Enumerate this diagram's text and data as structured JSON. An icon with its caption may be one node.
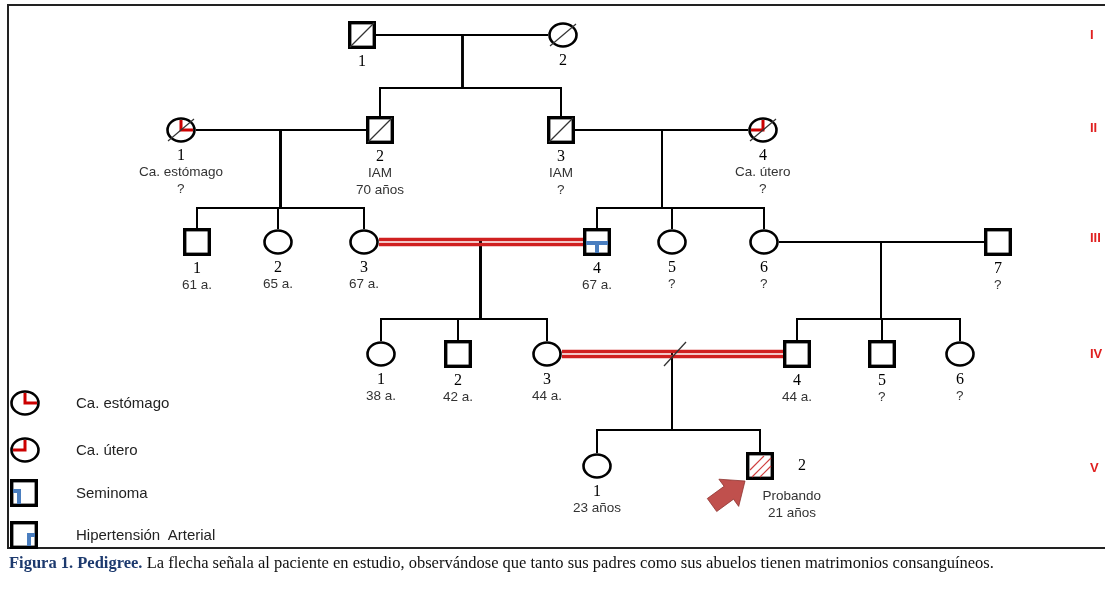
{
  "diagram": {
    "caption": "**Figura 1. Pedigree.** La flecha señala al paciente en estudio, observándose que tanto sus padres como sus abuelos tienen matrimonios consanguíneos.",
    "nodes": [
      {
        "text": [],
        "shape": "square",
        "beside": [
          "1"
        ]
      },
      {
        "text": [],
        "shape": "circle",
        "beside": [
          "2"
        ]
      },
      {
        "text": [],
        "shape": "circle",
        "beside": [
          "1",
          "Ca. estómago",
          "?"
        ]
      },
      {
        "text": [],
        "shape": "square",
        "beside": [
          "2",
          "IAM",
          "70 años"
        ]
      },
      {
        "text": [],
        "shape": "square",
        "beside": [
          "3",
          "IAM",
          "?"
        ]
      },
      {
        "text": [],
        "shape": "circle",
        "beside": [
          "4",
          "Ca. útero",
          "?"
        ]
      },
      {
        "text": [],
        "shape": "square",
        "beside": [
          "1",
          "61 a."
        ]
      },
      {
        "text": [],
        "shape": "circle",
        "beside": [
          "2",
          "65 a."
        ]
      },
      {
        "text": [],
        "shape": "circle",
        "beside": [
          "3",
          "67 a."
        ]
      },
      {
        "text": [],
        "shape": "square",
        "beside": [
          "4",
          "67 a."
        ]
      },
      {
        "text": [],
        "shape": "circle",
        "beside": [
          "5",
          "?"
        ]
      },
      {
        "text": [],
        "shape": "circle",
        "beside": [
          "6",
          "?"
        ]
      },
      {
        "text": [],
        "shape": "square",
        "beside": [
          "7",
          "?"
        ]
      },
      {
        "text": [],
        "shape": "circle",
        "beside": [
          "1",
          "38 a."
        ]
      },
      {
        "text": [],
        "shape": "square",
        "beside": [
          "2",
          "42 a."
        ]
      },
      {
        "text": [],
        "shape": "circle",
        "beside": [
          "3",
          "44 a."
        ]
      },
      {
        "text": [],
        "shape": "square",
        "beside": [
          "4",
          "44 a."
        ]
      },
      {
        "text": [],
        "shape": "square",
        "beside": [
          "5",
          "?"
        ]
      },
      {
        "text": [],
        "shape": "circle",
        "beside": [
          "6",
          "?"
        ]
      },
      {
        "text": [],
        "shape": "circle",
        "beside": [
          "1",
          "23 años"
        ]
      },
      {
        "text": [],
        "shape": "square",
        "beside": [
          "2",
          "Probando",
          "21 años"
        ]
      }
    ],
    "edges": [
      {
        "from": 0,
        "to": 1,
        "arrow": "none"
      },
      {
        "from": 2,
        "to": 3,
        "arrow": "none"
      },
      {
        "from": 4,
        "to": 5,
        "arrow": "none"
      },
      {
        "from": 8,
        "to": 9,
        "arrow": "none",
        "color": "#d02020"
      },
      {
        "from": 11,
        "to": 12,
        "arrow": "none"
      },
      {
        "from": 15,
        "to": 16,
        "arrow": "none",
        "color": "#d02020"
      },
      {
        "from": 0,
        "to": 3,
        "arrow": "none"
      },
      {
        "from": 1,
        "to": 3,
        "arrow": "none"
      },
      {
        "from": 0,
        "to": 4,
        "arrow": "none"
      },
      {
        "from": 1,
        "to": 4,
        "arrow": "none"
      },
      {
        "from": 2,
        "to": 6,
        "arrow": "none"
      },
      {
        "from": 3,
        "to": 6,
        "arrow": "none"
      },
      {
        "from": 2,
        "to": 7,
        "arrow": "none"
      },
      {
        "from": 3,
        "to": 7,
        "arrow": "none"
      },
      {
        "from": 2,
        "to": 8,
        "arrow": "none"
      },
      {
        "from": 3,
        "to": 8,
        "arrow": "none"
      },
      {
        "from": 4,
        "to": 9,
        "arrow": "none"
      },
      {
        "from": 5,
        "to": 9,
        "arrow": "none"
      },
      {
        "from": 4,
        "to": 10,
        "arrow": "none"
      },
      {
        "from": 5,
        "to": 10,
        "arrow": "none"
      },
      {
        "from": 4,
        "to": 11,
        "arrow": "none"
      },
      {
        "from": 5,
        "to": 11,
        "arrow": "none"
      },
      {
        "from": 8,
        "to": 13,
        "arrow": "none"
      },
      {
        "from": 9,
        "to": 13,
        "arrow": "none"
      },
      {
        "from": 8,
        "to": 14,
        "arrow": "none"
      },
      {
        "from": 9,
        "to": 14,
        "arrow": "none"
      },
      {
        "from": 8,
        "to": 15,
        "arrow": "none"
      },
      {
        "from": 9,
        "to": 15,
        "arrow": "none"
      },
      {
        "from": 11,
        "to": 16,
        "arrow": "none"
      },
      {
        "from": 12,
        "to": 16,
        "arrow": "none"
      },
      {
        "from": 11,
        "to": 17,
        "arrow": "none"
      },
      {
        "from": 12,
        "to": 17,
        "arrow": "none"
      },
      {
        "from": 11,
        "to": 18,
        "arrow": "none"
      },
      {
        "from": 12,
        "to": 18,
        "arrow": "none"
      },
      {
        "from": 15,
        "to": 19,
        "arrow": "none"
      },
      {
        "from": 16,
        "to": 19,
        "arrow": "none"
      },
      {
        "from": 15,
        "to": 20,
        "arrow": "none"
      },
      {
        "from": 16,
        "to": 20,
        "arrow": "none"
      },
      {
        "from": null,
        "to": 20,
        "arrow": "to",
        "style": "thick",
        "color": "#c0504d"
      }
    ],
    "labels": [
      "I",
      "II",
      "III",
      "IV",
      "V"
    ],
    "legend": [
      {
        "text": "Ca. estómago"
      },
      {
        "text": "Ca. útero"
      },
      {
        "text": "Seminoma"
      },
      {
        "text": "Hipertensión  Arterial"
      }
    ]
  }
}
